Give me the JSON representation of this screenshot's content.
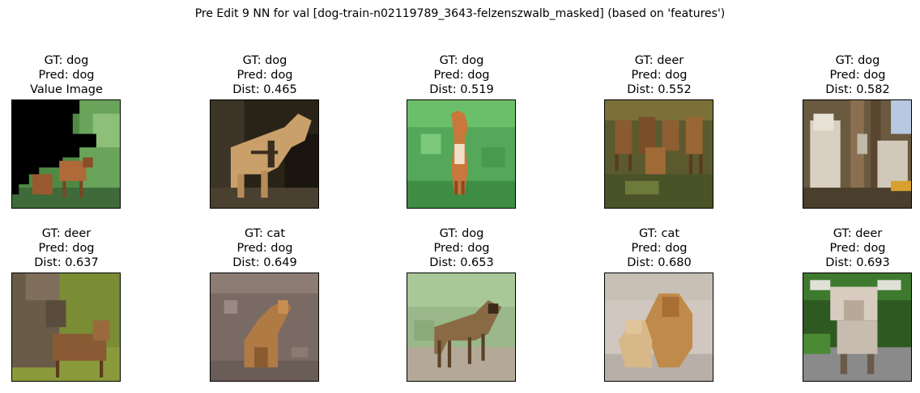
{
  "title": "Pre Edit 9 NN for val [dog-train-n02119789_3643-felzenszwalb_masked] (based on 'features')",
  "panels": [
    {
      "gt": "GT: dog",
      "pred": "Pred: dog",
      "extra": "Value Image",
      "scene": "masked-dog"
    },
    {
      "gt": "GT: dog",
      "pred": "Pred: dog",
      "extra": "Dist: 0.465",
      "scene": "tan-dog-harness"
    },
    {
      "gt": "GT: dog",
      "pred": "Pred: dog",
      "extra": "Dist: 0.519",
      "scene": "fox-on-grass"
    },
    {
      "gt": "GT: deer",
      "pred": "Pred: dog",
      "extra": "Dist: 0.552",
      "scene": "deer-herd"
    },
    {
      "gt": "GT: dog",
      "pred": "Pred: dog",
      "extra": "Dist: 0.582",
      "scene": "white-wolves"
    },
    {
      "gt": "GT: deer",
      "pred": "Pred: dog",
      "extra": "Dist: 0.637",
      "scene": "deer-and-fawn"
    },
    {
      "gt": "GT: cat",
      "pred": "Pred: dog",
      "extra": "Dist: 0.649",
      "scene": "wildcat-on-dirt"
    },
    {
      "gt": "GT: dog",
      "pred": "Pred: dog",
      "extra": "Dist: 0.653",
      "scene": "hyena-standing"
    },
    {
      "gt": "GT: cat",
      "pred": "Pred: dog",
      "extra": "Dist: 0.680",
      "scene": "lions-pair"
    },
    {
      "gt": "GT: deer",
      "pred": "Pred: dog",
      "extra": "Dist: 0.693",
      "scene": "deer-facing"
    }
  ]
}
